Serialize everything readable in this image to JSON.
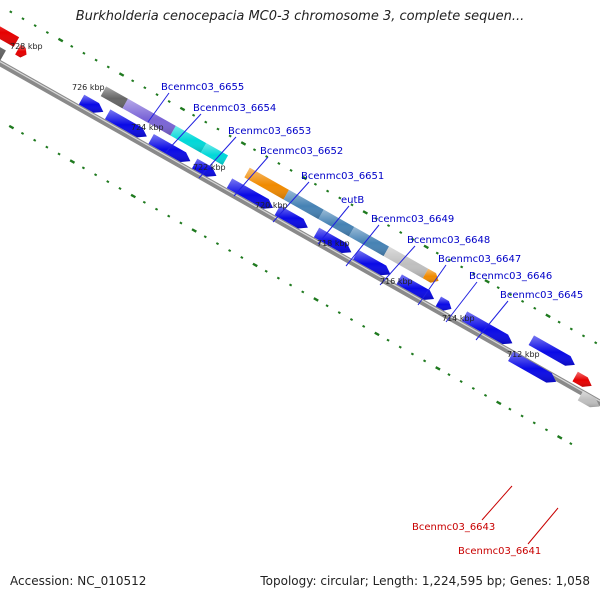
{
  "title": "Burkholderia cenocepacia MC0-3 chromosome 3, complete sequen...",
  "footer": {
    "accession": "Accession: NC_010512",
    "stats": "Topology: circular; Length: 1,224,595 bp; Genes: 1,058"
  },
  "kbp_labels": [
    "728 kbp",
    "726 kbp",
    "724 kbp",
    "722 kbp",
    "720 kbp",
    "718 kbp",
    "716 kbp",
    "714 kbp",
    "712 kbp"
  ],
  "gene_labels_blue": [
    "Bcenmc03_6655",
    "Bcenmc03_6654",
    "Bcenmc03_6653",
    "Bcenmc03_6652",
    "Bcenmc03_6651",
    "eutB",
    "Bcenmc03_6649",
    "Bcenmc03_6648",
    "Bcenmc03_6647",
    "Bcenmc03_6646",
    "Bcenmc03_6645"
  ],
  "gene_labels_red": [
    "Bcenmc03_6643",
    "Bcenmc03_6641"
  ],
  "colors": {
    "protein": "#0a0ae6",
    "rna": "#e60000",
    "grey": "#666666",
    "light_grey": "#bfbfbf",
    "purple": "#7a64d6",
    "cyan": "#00d8d8",
    "orange": "#f08a00",
    "steel": "#4682b4",
    "tick": "#1f7a1f",
    "blue_label": "#0000c8",
    "red_label": "#c80000"
  }
}
